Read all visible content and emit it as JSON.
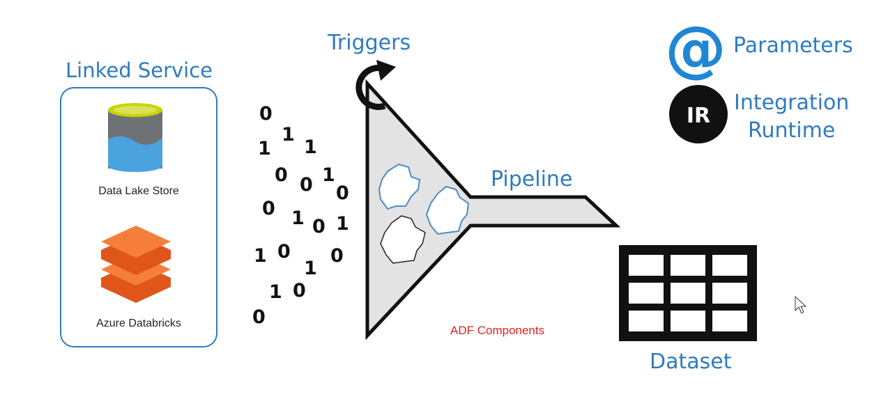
{
  "linked_service": {
    "title": "Linked Service",
    "items": [
      {
        "label": "Data Lake Store",
        "icon": "data-lake-store-icon"
      },
      {
        "label": "Azure Databricks",
        "icon": "azure-databricks-icon"
      }
    ]
  },
  "triggers": {
    "label": "Triggers",
    "icon": "refresh-icon"
  },
  "pipeline": {
    "label": "Pipeline",
    "icon": "gear-icon"
  },
  "dataset": {
    "label": "Dataset",
    "icon": "grid-table-icon"
  },
  "parameters": {
    "label": "Parameters",
    "icon": "at-sign-icon"
  },
  "integration_runtime": {
    "label_line1": "Integration",
    "label_line2": "Runtime",
    "badge": "IR"
  },
  "binary_stream": [
    "0",
    "1",
    "1",
    "1",
    "0",
    "0",
    "1",
    "0",
    "0",
    "1",
    "0",
    "1",
    "1",
    "0",
    "1",
    "0",
    "1",
    "0",
    "0"
  ],
  "caption": "ADF Components",
  "colors": {
    "accent": "#2e7bbf",
    "caption": "#e02020",
    "funnel": "#e3e3e3",
    "databricks": "#f26b21"
  }
}
